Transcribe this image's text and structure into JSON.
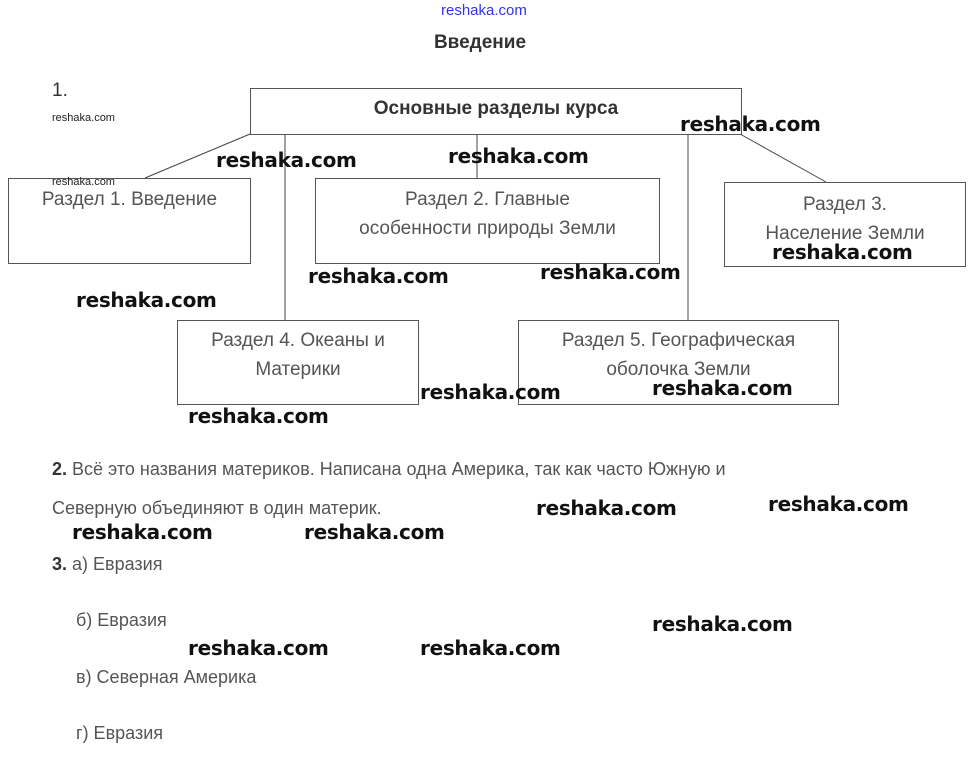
{
  "header": {
    "site_link": "reshaka.com",
    "title": "Введение"
  },
  "task1": {
    "number": "1.",
    "root": "Основные разделы курса",
    "sections": [
      {
        "lines": [
          "Раздел 1. Введение"
        ]
      },
      {
        "lines": [
          "Раздел 2. Главные",
          "особенности природы Земли"
        ]
      },
      {
        "lines": [
          "Раздел 3.",
          "Население Земли"
        ]
      },
      {
        "lines": [
          "Раздел 4. Океаны и",
          "Материки"
        ]
      },
      {
        "lines": [
          "Раздел 5. Географическая",
          "оболочка Земли"
        ]
      }
    ]
  },
  "task2": {
    "number": "2.",
    "line1": " Всё это названия материков. Написана одна Америка, так как часто Южную и",
    "line2": "Северную объединяют в один материк."
  },
  "task3": {
    "number": "3.",
    "answers": [
      "а) Евразия",
      "б) Евразия",
      "в) Северная Америка",
      "г) Евразия"
    ]
  },
  "watermark": "reshaka.com"
}
